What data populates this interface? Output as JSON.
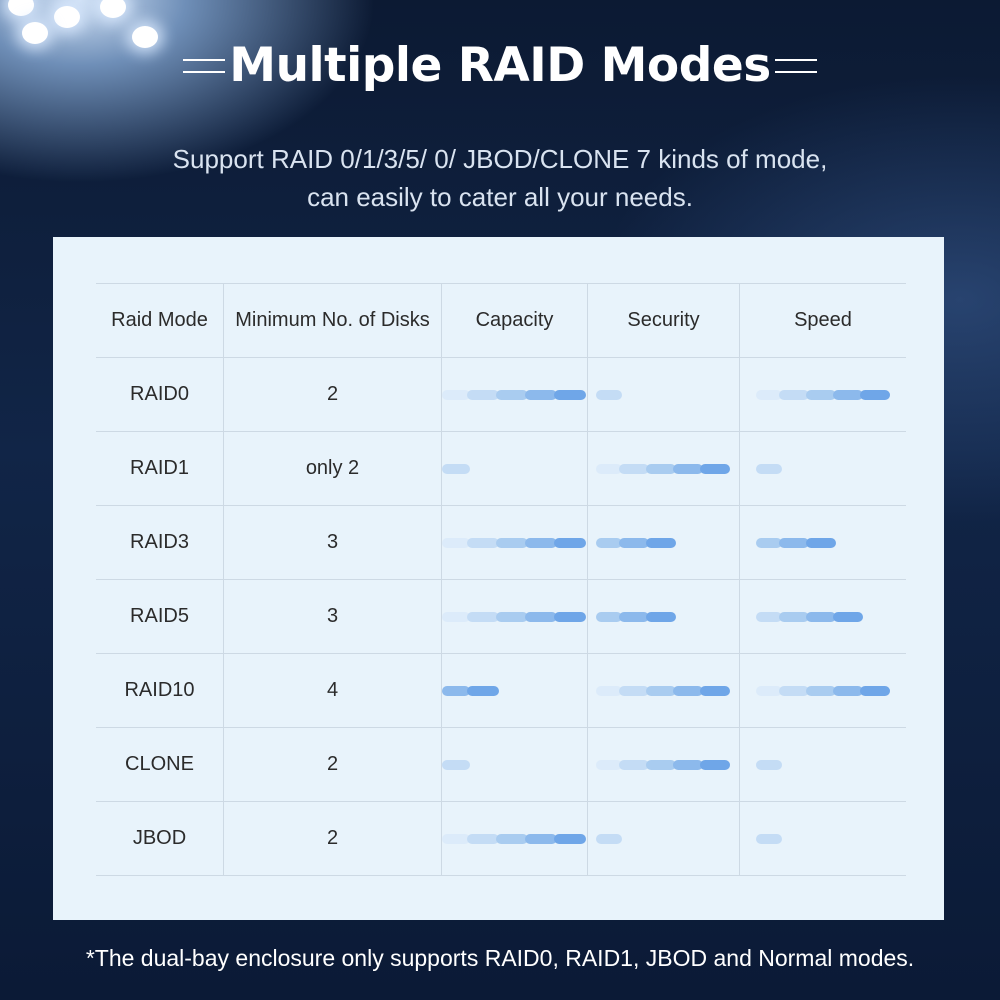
{
  "headline": "Multiple RAID Modes",
  "subtitle": {
    "line1": "Support RAID 0/1/3/5/ 0/ JBOD/CLONE 7 kinds of mode,",
    "line2": "can easily to cater all your needs."
  },
  "table": {
    "headers": [
      "Raid Mode",
      "Minimum No. of Disks",
      "Capacity",
      "Security",
      "Speed"
    ],
    "rows": [
      {
        "mode": "RAID0",
        "disks": "2",
        "capacity": 5,
        "security": 1,
        "speed": 5
      },
      {
        "mode": "RAID1",
        "disks": "only 2",
        "capacity": 1,
        "security": 5,
        "speed": 1
      },
      {
        "mode": "RAID3",
        "disks": "3",
        "capacity": 5,
        "security": 3,
        "speed": 3
      },
      {
        "mode": "RAID5",
        "disks": "3",
        "capacity": 5,
        "security": 3,
        "speed": 4
      },
      {
        "mode": "RAID10",
        "disks": "4",
        "capacity": 2,
        "security": 5,
        "speed": 5
      },
      {
        "mode": "CLONE",
        "disks": "2",
        "capacity": 1,
        "security": 5,
        "speed": 1
      },
      {
        "mode": "JBOD",
        "disks": "2",
        "capacity": 5,
        "security": 1,
        "speed": 1
      }
    ]
  },
  "footnote": "*The dual-bay enclosure only supports RAID0, RAID1, JBOD and Normal modes.",
  "colors": {
    "card_background": "#e8f3fb",
    "bar_light": "#dcebfa",
    "bar_dark": "#6fa6e8",
    "text_dark": "#2b2b2b"
  }
}
